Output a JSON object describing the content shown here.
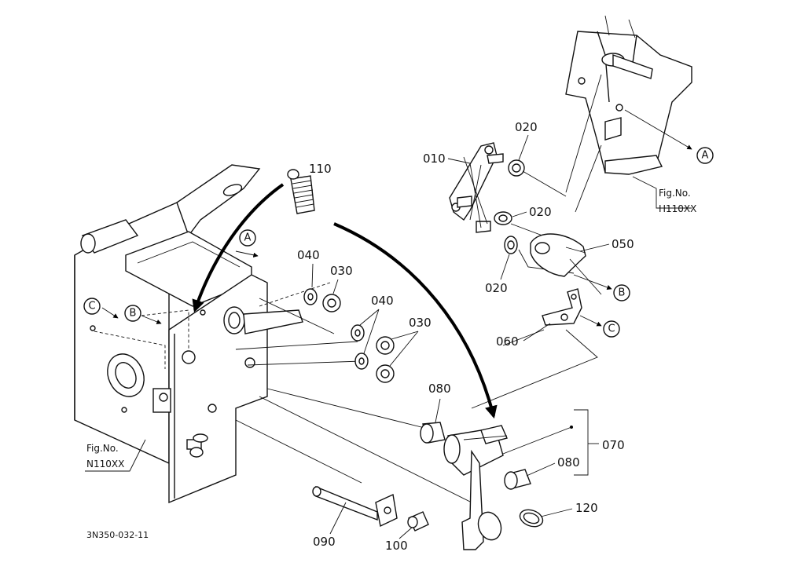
{
  "parts": {
    "p010": "010",
    "p020a": "020",
    "p020b": "020",
    "p020c": "020",
    "p030a": "030",
    "p030b": "030",
    "p040a": "040",
    "p040b": "040",
    "p050": "050",
    "p060": "060",
    "p070": "070",
    "p080a": "080",
    "p080b": "080",
    "p090": "090",
    "p100": "100",
    "p110": "110",
    "p120": "120"
  },
  "refs": {
    "a": "A",
    "b": "B",
    "c": "C"
  },
  "fig_refs": {
    "h_line1": "Fig.No.",
    "h_line2": "H110XX",
    "n_line1": "Fig.No.",
    "n_line2": "N110XX"
  },
  "drawing_number": "3N350-032-11"
}
